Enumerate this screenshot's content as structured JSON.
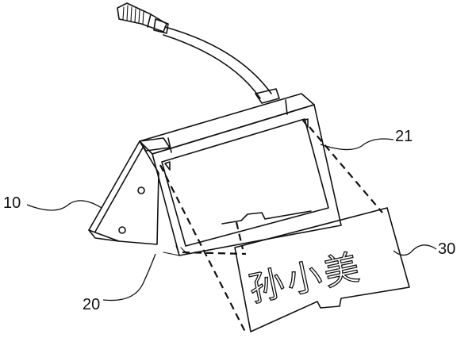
{
  "labels": {
    "device": "10",
    "holder": "20",
    "holder_window": "21",
    "name_card": "30"
  },
  "card_text": "孙小美"
}
